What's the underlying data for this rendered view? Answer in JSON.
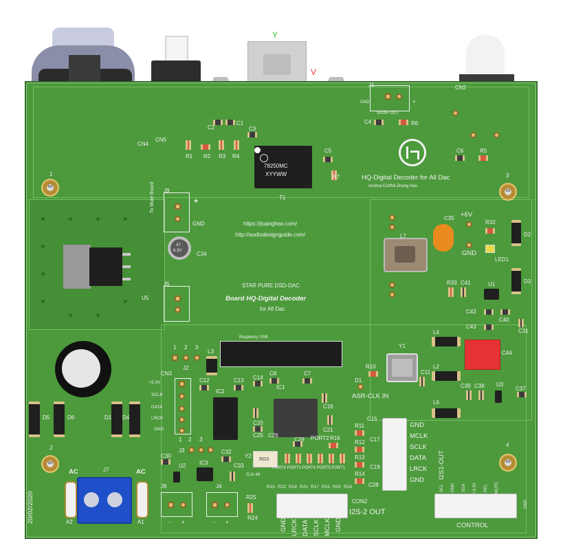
{
  "board": {
    "date": "20/02/2020",
    "logo_subtitle": "HQ-Digital Decoder for All Dac",
    "logo_author": "Andrea Ciuffoli-Zhang Hao",
    "url_1": "https://jiuanghao.com/",
    "url_2": "http://audiodesignguide.com/",
    "title_1": "STAR PURE DSD-DAC",
    "title_2": "Board HQ-Digital Decoder",
    "title_3": "for All Dac",
    "mute_label": "To Mute Board",
    "rasberry_label": "Raspberry USB",
    "asr_label": "ASR-CLK IN",
    "clk_label": "CLK-48",
    "i2s1_label": "I2S1-OUT",
    "i2s2_label": "I2S-2 OUT",
    "control_label": "CONTROL",
    "spdif_label": "SPDIF-OUT",
    "chip_t1_line1": "78250MC",
    "chip_t1_line2": "XYYWW",
    "crystal_y2_text": "RG0",
    "cap_c34_top": "47",
    "cap_c34_bottom": "6.3V",
    "ac_left": "AC",
    "ac_right": "AC"
  },
  "corner_labels": {
    "h1": "1",
    "h2": "2",
    "h3": "3",
    "h4": "4"
  },
  "refs": {
    "cn4": "CN4",
    "cn5": "CN5",
    "c2": "C2",
    "c1": "C1",
    "c3": "C3",
    "r1": "R1",
    "r2": "R2",
    "r3": "R3",
    "r4": "R4",
    "t1": "T1",
    "c5": "C5",
    "r7": "R7",
    "j1": "J1",
    "gnd_j1": "GND",
    "plus_j1": "+",
    "c4": "C4",
    "r6": "R6",
    "cn2": "CN2",
    "c6": "C6",
    "r5": "R5",
    "j9": "J9",
    "plus_j9": "+",
    "gnd_j9": "GND",
    "c34": "C34",
    "u5": "U5",
    "j5": "J5",
    "l7": "L7",
    "c35": "C35",
    "plus6v": "+6V",
    "r32": "R32",
    "d2": "D2",
    "gnd_l7": "GND",
    "led1": "LED1",
    "d3": "D3",
    "r33": "R33",
    "c41": "C41",
    "u1": "U1",
    "c42": "C42",
    "c40": "C40",
    "c43": "C43",
    "c31": "C31",
    "l4": "L4",
    "c44": "C44",
    "l2": "L2",
    "y1": "Y1",
    "r10": "R10",
    "c11": "C11",
    "d1": "D1",
    "l6": "L6",
    "c39": "C39",
    "c38": "C38",
    "u3": "U3",
    "c37": "C37",
    "j2_1": "1",
    "j2_2": "2",
    "j2_3": "3",
    "j2": "J2",
    "l3": "L3",
    "cn3": "CN3",
    "c12": "C12",
    "c13": "C13",
    "c14": "C14",
    "c8": "C8",
    "c7": "C7",
    "ic1": "IC1",
    "ic2": "IC2",
    "c16": "C16",
    "c20": "C20",
    "c25": "C25",
    "c26": "C26",
    "c29": "C29",
    "c21": "C21",
    "r16": "R16",
    "port2": "PORT2",
    "c15": "C15",
    "r11": "R11",
    "c17": "C17",
    "r12": "R12",
    "r13": "R13",
    "r14": "R14",
    "c19": "C19",
    "c28": "C28",
    "c32": "C32",
    "j3": "J3",
    "y2": "Y2",
    "c30": "C30",
    "ic3": "IC3",
    "u2": "U2",
    "c33": "C33",
    "j6": "J6",
    "j4": "J4",
    "r23": "R23",
    "r22": "R22",
    "r19": "R19",
    "r21": "R21",
    "r17": "R17",
    "r15": "R15",
    "r20": "R20",
    "r18": "R18",
    "r24": "R24",
    "r25": "R25",
    "con2": "CON2",
    "j7": "J7",
    "d5": "D5",
    "d6": "D6",
    "d1b": "D1",
    "d4": "D4",
    "ports": "PORT6 PORT3 PORT4 PORT5 PORT1",
    "a2": "A2",
    "a1": "A1"
  },
  "cn3_pins": [
    "+3.3V",
    "SCLK",
    "DATA",
    "LRCK",
    "GND"
  ],
  "cn3_bottom": [
    "1",
    "2",
    "3"
  ],
  "i2s1_pins": [
    "GND",
    "MCLK",
    "SCLK",
    "DATA",
    "LRCK",
    "GND"
  ],
  "con2_pins": [
    "GND",
    "LRCK",
    "DATA",
    "SCLK",
    "MCLK",
    "GND"
  ],
  "control_pins": [
    "SCL",
    "GND",
    "SDA",
    "+3.3V",
    "REL",
    "MUTE",
    "GND"
  ],
  "j6_pins": [
    "-",
    "+"
  ],
  "j4_pins": [
    "-",
    "+"
  ],
  "colors": {
    "board": "#4c9a3c",
    "silk": "#f2f2f2",
    "pad": "#e2bf6c"
  }
}
